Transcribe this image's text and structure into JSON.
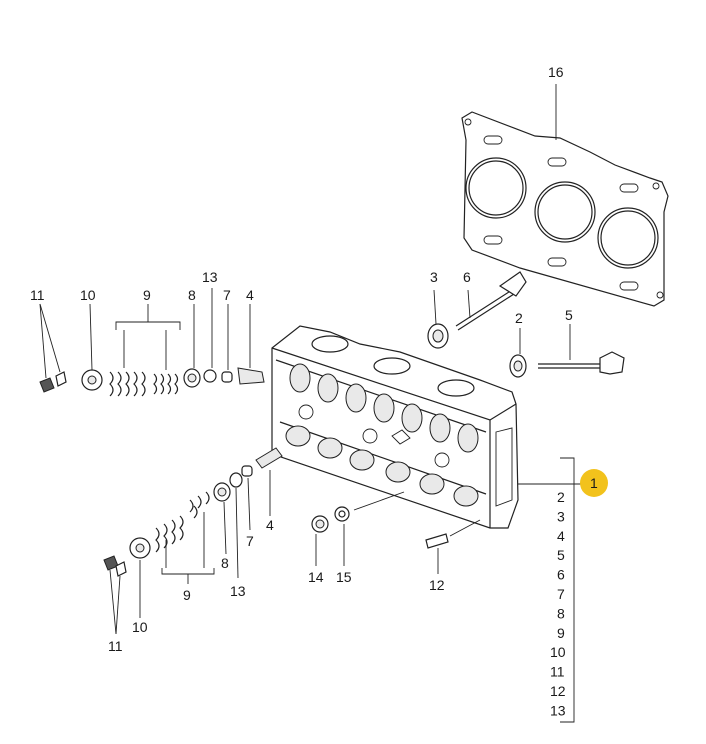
{
  "diagram": {
    "callouts": {
      "c16": "16",
      "c3": "3",
      "c6": "6",
      "c2": "2",
      "c5": "5",
      "c11_top": "11",
      "c10_top": "10",
      "c9_top": "9",
      "c13_top": "13",
      "c8_top": "8",
      "c7_top": "7",
      "c4_top": "4",
      "c4_low": "4",
      "c7_low": "7",
      "c13_low": "13",
      "c8_low": "8",
      "c9_low": "9",
      "c10_low": "10",
      "c11_low": "11",
      "c14": "14",
      "c15": "15",
      "c12": "12"
    },
    "highlight": {
      "label": "1",
      "color": "#f2c21c"
    },
    "bracket_list": [
      "2",
      "3",
      "4",
      "5",
      "6",
      "7",
      "8",
      "9",
      "10",
      "11",
      "12",
      "13"
    ]
  }
}
